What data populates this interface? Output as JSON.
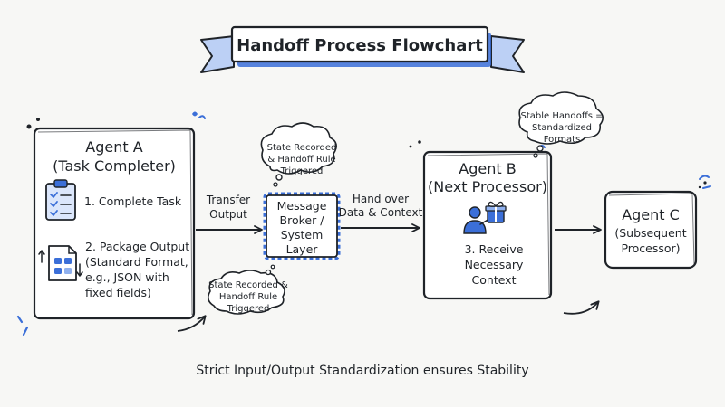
{
  "title": "Handoff Process Flowchart",
  "agent_a": {
    "title_line1": "Agent A",
    "title_line2": "(Task Completer)",
    "step1": "1. Complete Task",
    "step2_line1": "2. Package Output",
    "step2_line2": "(Standard Format,",
    "step2_line3": "e.g., JSON with",
    "step2_line4": "fixed fields)"
  },
  "arrow_transfer": {
    "line1": "Transfer",
    "line2": "Output"
  },
  "broker": {
    "line1": "Message",
    "line2": "Broker /",
    "line3": "System",
    "line4": "Layer"
  },
  "cloud_top": {
    "line1": "State Recorded",
    "line2": "& Handoff Rule",
    "line3": "Triggered"
  },
  "cloud_bottom": {
    "line1": "State Recorded &",
    "line2": "Handoff Rule",
    "line3": "Triggered"
  },
  "arrow_handover": {
    "line1": "Hand over",
    "line2": "Data & Context"
  },
  "agent_b": {
    "title_line1": "Agent B",
    "title_line2": "(Next Processor)",
    "step3_line1": "3. Receive",
    "step3_line2": "Necessary",
    "step3_line3": "Context"
  },
  "cloud_right": {
    "line1": "Stable Handoffs =",
    "line2": "Standardized",
    "line3": "Formats"
  },
  "agent_c": {
    "title_line1": "Agent C",
    "title_line2": "(Subsequent",
    "title_line3": "Processor)"
  },
  "footer": "Strict Input/Output Standardization ensures Stability",
  "colors": {
    "ink": "#1f2328",
    "accent": "#3b6fd8",
    "accent_light": "#bcd0f5",
    "background": "#f7f7f5"
  },
  "icons": {
    "clipboard": "clipboard-checklist-icon",
    "package": "document-package-icon",
    "person_gift": "person-receiving-gift-icon"
  }
}
